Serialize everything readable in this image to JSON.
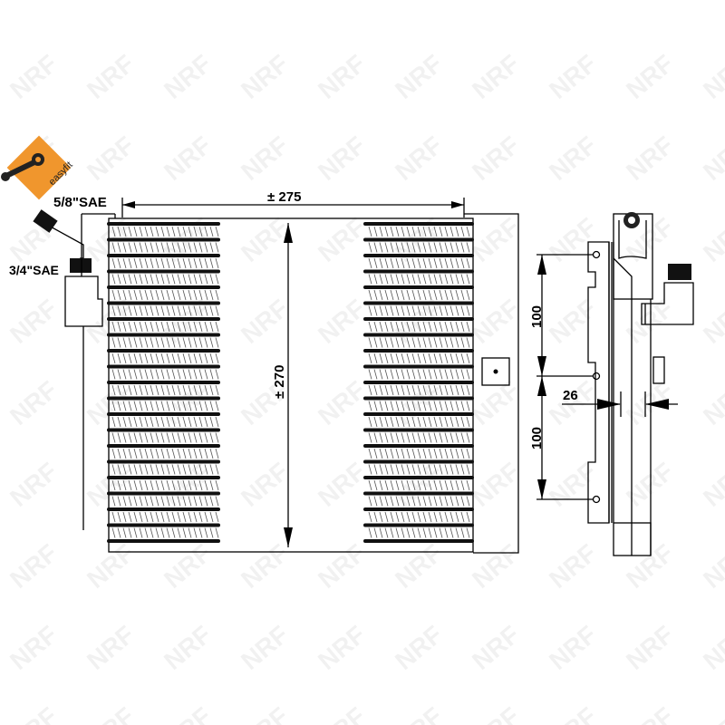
{
  "logo": {
    "text": "easyfit",
    "color": "#f0962d"
  },
  "watermark": "NRF",
  "labels": {
    "connector_top": "5/8\"SAE",
    "connector_bottom": "3/4\"SAE",
    "width": "± 275",
    "height": "± 270",
    "depth": "26",
    "hole_spacing_top": "100",
    "hole_spacing_bottom": "100"
  }
}
